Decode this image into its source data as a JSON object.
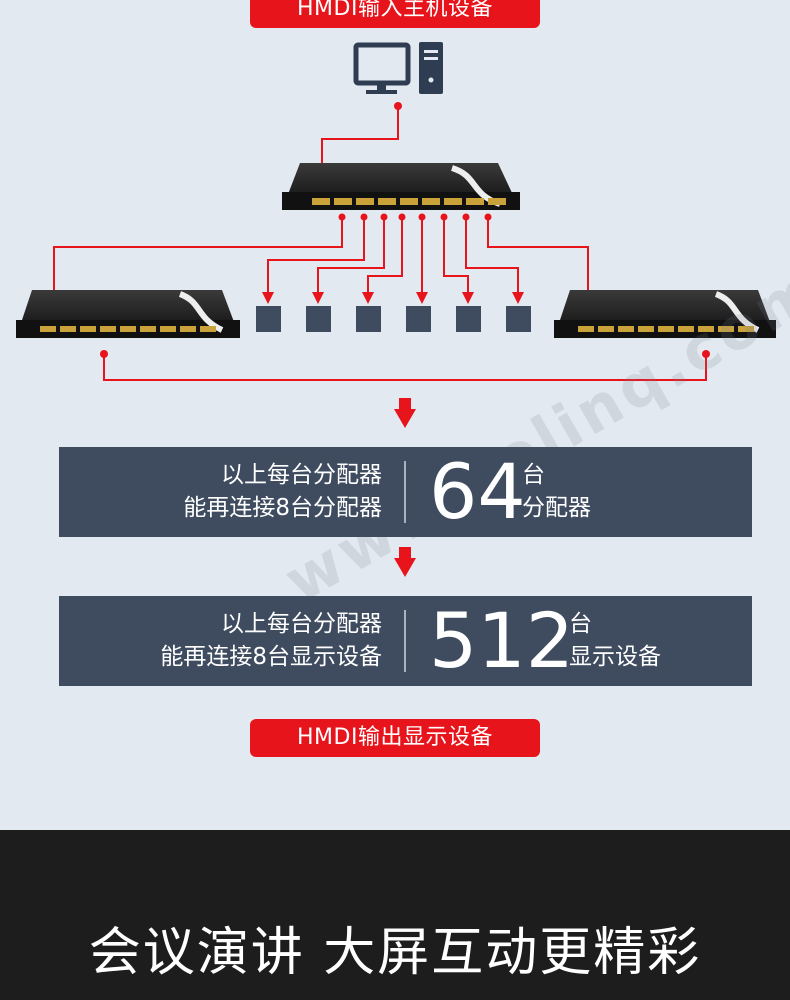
{
  "labels": {
    "input": "HMDI输入主机设备",
    "output": "HMDI输出显示设备"
  },
  "banners": [
    {
      "desc_line1": "以上每台分配器",
      "desc_line2": "能再连接8台分配器",
      "number": "64",
      "unit_line1": "台",
      "unit_line2": "分配器"
    },
    {
      "desc_line1": "以上每台分配器",
      "desc_line2": "能再连接8台显示设备",
      "number": "512",
      "unit_line1": "台",
      "unit_line2": "显示设备"
    }
  ],
  "footer": {
    "title": "会议演讲 大屏互动更精彩"
  },
  "colors": {
    "accent": "#e8141b",
    "banner": "#3f4c60",
    "background": "#e3e9f0",
    "footer": "#1d1d1d"
  },
  "icons": [
    "computer-icon",
    "hdmi-splitter-icon",
    "display-device-icon",
    "down-arrow-icon"
  ]
}
